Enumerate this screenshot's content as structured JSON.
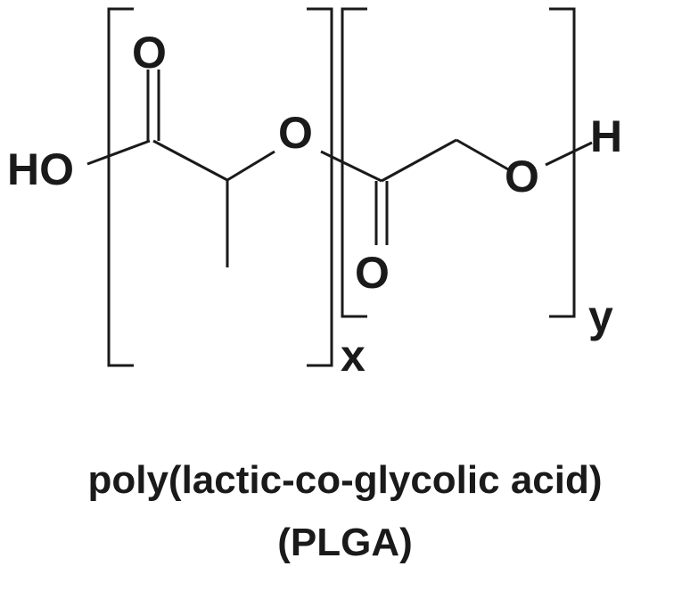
{
  "atoms": {
    "carbonyl_oxygen_lactic": "O",
    "hydroxyl_terminal": "HO",
    "ester_oxygen": "O",
    "carbonyl_oxygen_glycolic": "O",
    "terminal_oxygen": "O",
    "terminal_hydrogen": "H"
  },
  "subscripts": {
    "lactic_repeat": "x",
    "glycolic_repeat": "y"
  },
  "caption": {
    "name": "poly(lactic-co-glycolic acid)",
    "abbreviation": "(PLGA)"
  },
  "colors": {
    "ink": "#1a1a1a",
    "background": "#ffffff"
  }
}
